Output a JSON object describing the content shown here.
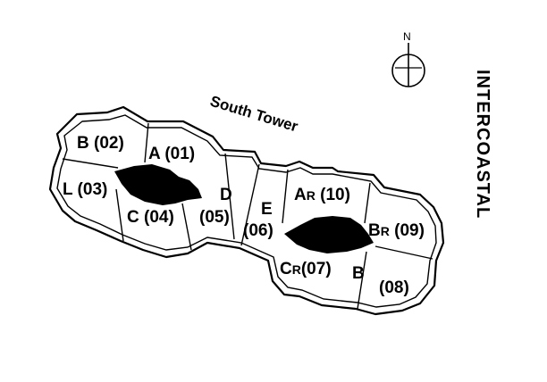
{
  "tower_label": "South Tower",
  "waterway_label": "INTERCOASTAL",
  "north_label": "N",
  "units": {
    "b02": {
      "letter": "B",
      "number": "(02)"
    },
    "a01": {
      "letter": "A",
      "number": "(01)"
    },
    "l03": {
      "letter": "L",
      "number": "(03)"
    },
    "c04": {
      "letter": "C",
      "number": "(04)"
    },
    "d05": {
      "letter": "D",
      "number": "(05)"
    },
    "e06": {
      "letter": "E",
      "number": "(06)"
    },
    "ar10": {
      "letter": "A",
      "suffix": "R",
      "number": "(10)"
    },
    "br09": {
      "letter": "B",
      "suffix": "R",
      "number": "(09)"
    },
    "cr07": {
      "letter": "C",
      "suffix": "R",
      "number": "(07)"
    },
    "b08": {
      "letter": "B",
      "number": "(08)"
    }
  }
}
